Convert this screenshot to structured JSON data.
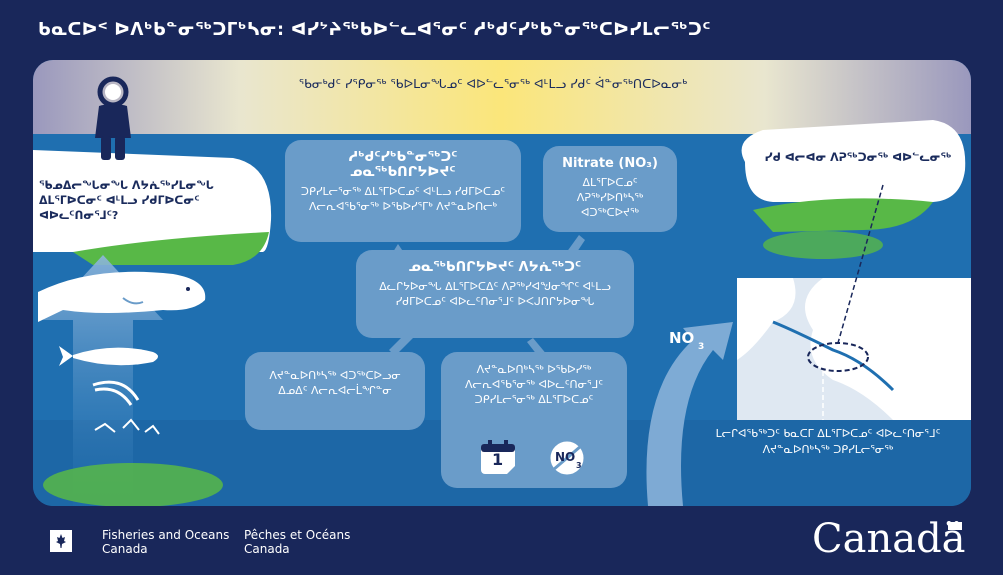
{
  "headline": "ᑲᓇᑕᐅᑉ ᐅᐱᒃᑲᓐᓂᖅᑐᒥᒃᓴᓂ: ᐊᓯᔾᔨᖅᑲᐅᓪᓚᐊᕐᓂᑦ ᓱᒃᑯᑦᓯᒃᑲᓐᓂᖅᑕᐅᓯᒪᓕᖅᑐᑦ",
  "sky_text": "ᖃᓂᒃᑯᑦ ᓯᕿᓂᖅ ᖃᐅᒪᓂᖓᓄᑦ ᐊᐅᓪᓚᕐᓂᖅ ᐊᒻᒪᓗ ᓯᑯᑦ ᐋᓐᓂᖅᑎᑕᐅᓇᓂᒃ",
  "ice_left_text": "ᖃᓄᐃᓕᖓᓂᖓ ᐱᔭᕇᖅᓯᒪᓂᖓ ᐃᒪᕐᒥᐅᑕᓂᑦ ᐊᒻᒪᓗ ᓯᑯᒥᐅᑕᓂᑦ ᐊᐅᓚᑦᑎᓂᕐᒧᑦ?",
  "ice_right_text": "ᓯᑯ ᐊᓕᐊᓂ ᐱᕈᖅᑐᓂᖅ ᐊᐅᓪᓚᓂᖅ",
  "box_top_left": {
    "title": "ᓱᒃᑯᑦᓯᒃᑲᓐᓂᖅᑐᑦ ᓄᓇᖅᑲᑎᒋᔭᐅᔪᑦ",
    "body": "ᑐᑭᓯᒪᓕᕐᓂᖅ ᐃᒪᕐᒥᐅᑕᓄᑦ ᐊᒻᒪᓗ ᓯᑯᒥᐅᑕᓄᑦ ᐱᓕᕆᐊᖃᕐᓂᖅ ᐅᖃᐅᓯᕐᒥᒃ ᐱᔪᓐᓇᐅᑎᓕᒃ"
  },
  "box_nitrate": {
    "title": "Nitrate (NO₃)",
    "body": "ᐃᒪᕐᒥᐅᑕᓄᑦ ᐱᕈᖅᓯᐅᑎᒃᓴᖅ ᐊᑐᖅᑕᐅᔪᖅ"
  },
  "box_center": {
    "title": "ᓄᓇᖅᑲᑎᒋᔭᐅᔪᑦ ᐱᔭᕇᖅᑐᑦ",
    "body": "ᐃᓚᒋᔭᐅᓂᖓ ᐃᒪᕐᒥᐅᑕᐃᑦ ᐱᕈᖅᓯᐊᖑᓂᖏᑦ ᐊᒻᒪᓗ ᓯᑯᒥᐅᑕᓄᑦ ᐊᐅᓚᑦᑎᓂᕐᒧᑦ ᐅᐸᒍᑎᒋᔭᐅᓂᖓ"
  },
  "box_bottom_left": "ᐱᔪᓐᓇᐅᑎᒃᓴᖅ ᐊᑐᖅᑕᐅᓗᓂ ᐃᓄᐃᑦ ᐱᓕᕆᐊᓕᒫᖏᓐᓂ",
  "box_bottom_center": "ᐱᔪᓐᓇᐅᑎᒃᓴᖅ ᐅᖃᐅᓯᖅ ᐱᓕᕆᐊᖃᕐᓂᖅ ᐊᐅᓚᑦᑎᓂᕐᒧᑦ ᑐᑭᓯᒪᓕᕐᓂᖅ ᐃᒪᕐᒥᐅᑕᓄᑦ",
  "no3_label": "NO",
  "no3_sub": "3",
  "calendar_num": "1",
  "map_caption": "ᒪᓕᒋᐊᖃᖅᑐᑦ ᑲᓇᑕᒥ ᐃᒪᕐᒥᐅᑕᓄᑦ ᐊᐅᓚᑦᑎᓂᕐᒧᑦ ᐱᔪᓐᓇᐅᑎᒃᓴᖅ ᑐᑭᓯᒪᓕᕐᓂᖅ",
  "footer": {
    "dept_en_1": "Fisheries and Oceans",
    "dept_en_2": "Canada",
    "dept_fr_1": "Pêches et Océans",
    "dept_fr_2": "Canada",
    "wordmark": "Canadä"
  },
  "colors": {
    "navy": "#19275a",
    "ocean": "#1f6fb0",
    "box": "#6a9cc9",
    "sun": "#fbe67a",
    "ice": "#ffffff",
    "algae": "#58b847",
    "sky_purple": "#9a98bd"
  }
}
